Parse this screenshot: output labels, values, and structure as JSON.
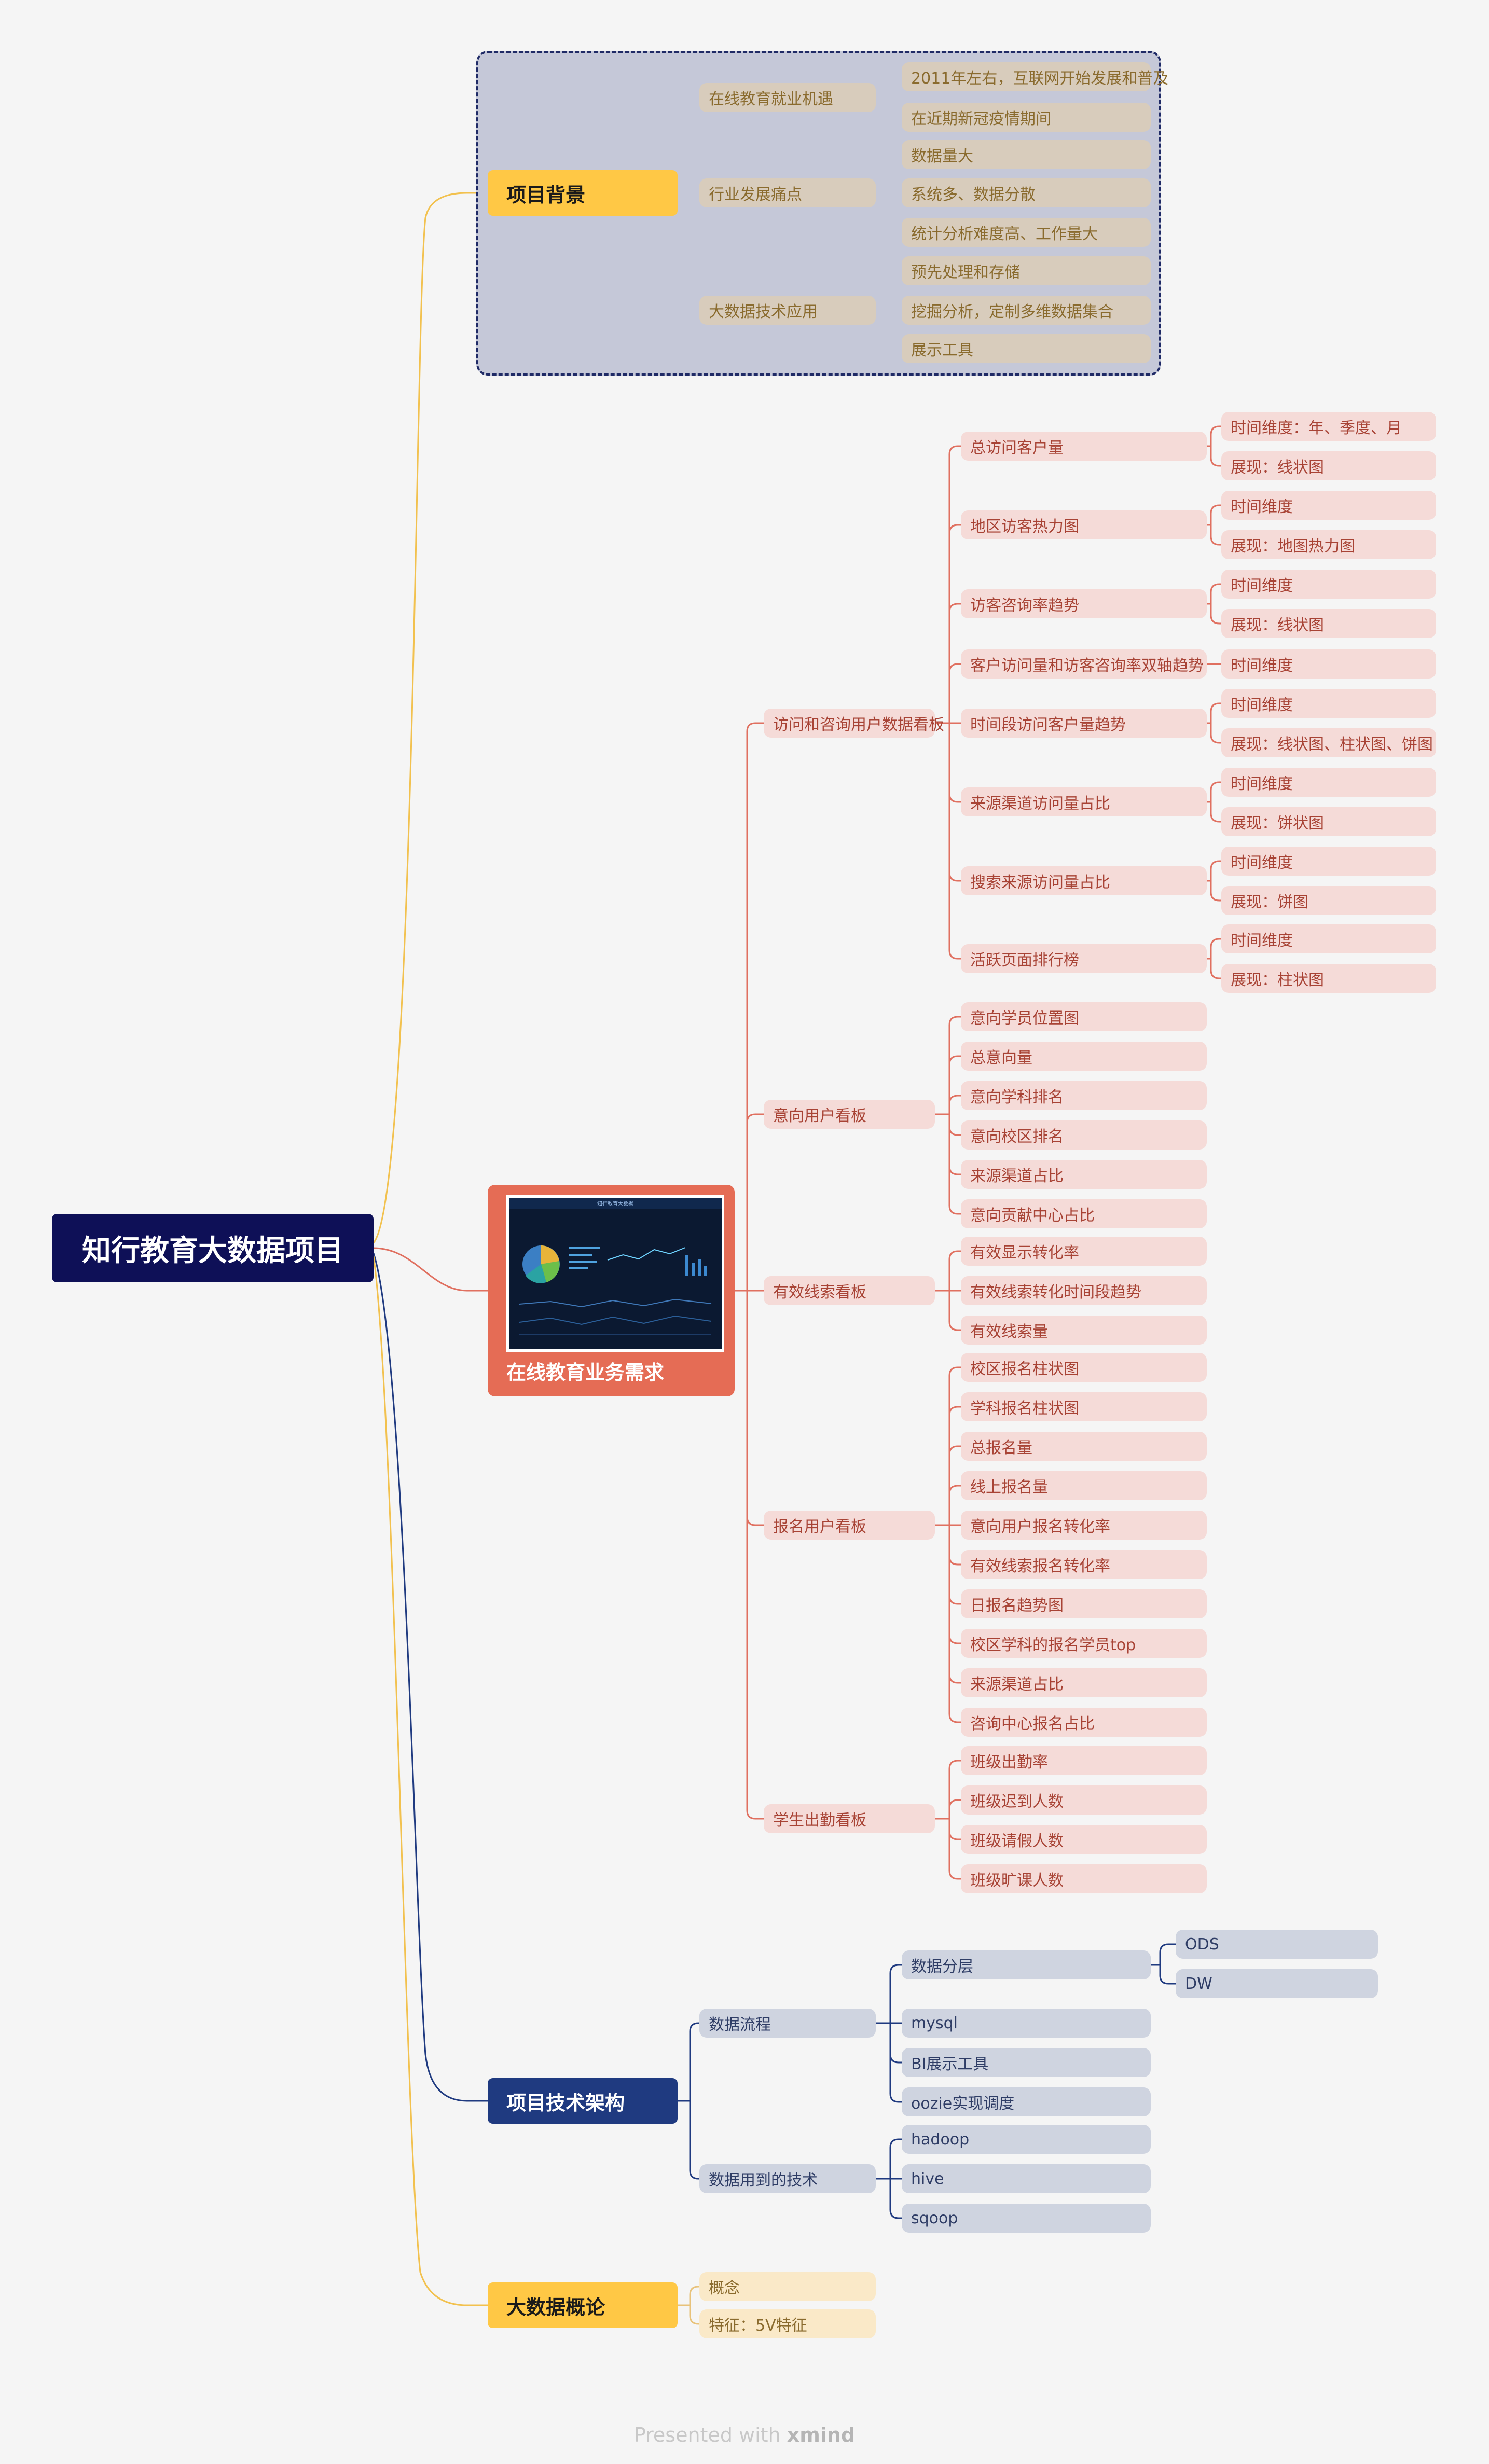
{
  "colors": {
    "background": "#f5f5f5",
    "root": "#0e1057",
    "project_background": "#ffc845",
    "boundary_fill": "#c5c8d8",
    "boundary_sub": "#d8ccbc",
    "business_main": "#e56c55",
    "business_sub": "#f5dbd8",
    "business_text": "#a84335",
    "architecture_main": "#1f3a80",
    "architecture_sub": "#cfd4e0",
    "overview_main": "#ffc845",
    "overview_sub": "#fae9c8",
    "brown_text": "#8a6b2e",
    "navy_text": "#2f3d66"
  },
  "root": {
    "label": "知行教育大数据项目"
  },
  "project_background": {
    "label": "项目背景",
    "children": [
      {
        "label": "在线教育就业机遇",
        "children": [
          {
            "label": "2011年左右，互联网开始发展和普及"
          },
          {
            "label": "在近期新冠疫情期间"
          }
        ]
      },
      {
        "label": "行业发展痛点",
        "children": [
          {
            "label": "数据量大"
          },
          {
            "label": "系统多、数据分散"
          },
          {
            "label": "统计分析难度高、工作量大"
          }
        ]
      },
      {
        "label": "大数据技术应用",
        "children": [
          {
            "label": "预先处理和存储"
          },
          {
            "label": "挖掘分析，定制多维数据集合"
          },
          {
            "label": "展示工具"
          }
        ]
      }
    ]
  },
  "business_requirements": {
    "label": "在线教育业务需求",
    "thumbnail": {
      "icon": "dashboard-screenshot-icon",
      "caption": "知行教育大数据"
    },
    "children": [
      {
        "label": "访问和咨询用户数据看板",
        "children": [
          {
            "label": "总访问客户量",
            "children": [
              {
                "label": "时间维度：年、季度、月"
              },
              {
                "label": "展现：线状图"
              }
            ]
          },
          {
            "label": "地区访客热力图",
            "children": [
              {
                "label": "时间维度"
              },
              {
                "label": "展现：地图热力图"
              }
            ]
          },
          {
            "label": "访客咨询率趋势",
            "children": [
              {
                "label": "时间维度"
              },
              {
                "label": "展现：线状图"
              }
            ]
          },
          {
            "label": "客户访问量和访客咨询率双轴趋势",
            "children": [
              {
                "label": "时间维度"
              }
            ]
          },
          {
            "label": "时间段访问客户量趋势",
            "children": [
              {
                "label": "时间维度"
              },
              {
                "label": "展现：线状图、柱状图、饼图"
              }
            ]
          },
          {
            "label": "来源渠道访问量占比",
            "children": [
              {
                "label": "时间维度"
              },
              {
                "label": "展现：饼状图"
              }
            ]
          },
          {
            "label": "搜索来源访问量占比",
            "children": [
              {
                "label": "时间维度"
              },
              {
                "label": "展现：饼图"
              }
            ]
          },
          {
            "label": "活跃页面排行榜",
            "children": [
              {
                "label": "时间维度"
              },
              {
                "label": "展现：柱状图"
              }
            ]
          }
        ]
      },
      {
        "label": "意向用户看板",
        "children": [
          {
            "label": "意向学员位置图"
          },
          {
            "label": "总意向量"
          },
          {
            "label": "意向学科排名"
          },
          {
            "label": "意向校区排名"
          },
          {
            "label": "来源渠道占比"
          },
          {
            "label": "意向贡献中心占比"
          }
        ]
      },
      {
        "label": "有效线索看板",
        "children": [
          {
            "label": "有效显示转化率"
          },
          {
            "label": "有效线索转化时间段趋势"
          },
          {
            "label": "有效线索量"
          }
        ]
      },
      {
        "label": "报名用户看板",
        "children": [
          {
            "label": "校区报名柱状图"
          },
          {
            "label": "学科报名柱状图"
          },
          {
            "label": "总报名量"
          },
          {
            "label": "线上报名量"
          },
          {
            "label": "意向用户报名转化率"
          },
          {
            "label": "有效线索报名转化率"
          },
          {
            "label": "日报名趋势图"
          },
          {
            "label": "校区学科的报名学员top"
          },
          {
            "label": "来源渠道占比"
          },
          {
            "label": "咨询中心报名占比"
          }
        ]
      },
      {
        "label": "学生出勤看板",
        "children": [
          {
            "label": "班级出勤率"
          },
          {
            "label": "班级迟到人数"
          },
          {
            "label": "班级请假人数"
          },
          {
            "label": "班级旷课人数"
          }
        ]
      }
    ]
  },
  "tech_architecture": {
    "label": "项目技术架构",
    "children": [
      {
        "label": "数据流程",
        "children": [
          {
            "label": "数据分层",
            "children": [
              {
                "label": "ODS"
              },
              {
                "label": "DW"
              }
            ]
          },
          {
            "label": "mysql"
          },
          {
            "label": "BI展示工具"
          },
          {
            "label": "oozie实现调度"
          }
        ]
      },
      {
        "label": "数据用到的技术",
        "children": [
          {
            "label": "hadoop"
          },
          {
            "label": "hive"
          },
          {
            "label": "sqoop"
          }
        ]
      }
    ]
  },
  "bigdata_overview": {
    "label": "大数据概论",
    "children": [
      {
        "label": "概念"
      },
      {
        "label": "特征：5V特征"
      }
    ]
  },
  "footer": {
    "prefix": "Presented with ",
    "brand": "xmind"
  }
}
